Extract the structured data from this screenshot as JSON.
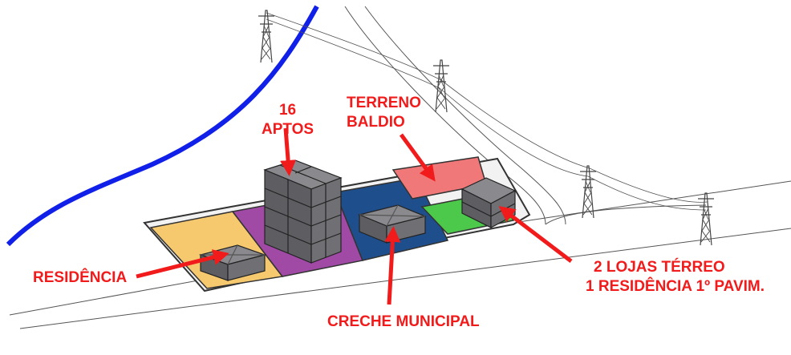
{
  "labels": {
    "aptos": {
      "line1": "16",
      "line2": "APTOS"
    },
    "terreno": {
      "line1": "TERRENO",
      "line2": "BALDIO"
    },
    "residencia": "RESIDÊNCIA",
    "creche": "CRECHE MUNICIPAL",
    "lojas": {
      "line1": "2 LOJAS TÉRREO",
      "line2": "1 RESIDÊNCIA 1º  PAVIM."
    }
  },
  "colors": {
    "label_red": "#f21b1b",
    "river_blue": "#1020e8",
    "lot_residencia": "#f7c96e",
    "lot_aptos": "#a04aa6",
    "lot_creche": "#1e4f8c",
    "lot_baldio": "#f07878",
    "lot_lojas": "#4cc84a",
    "building_gray": "#6b6b6f"
  },
  "icons": [
    "transmission-tower-icon"
  ]
}
